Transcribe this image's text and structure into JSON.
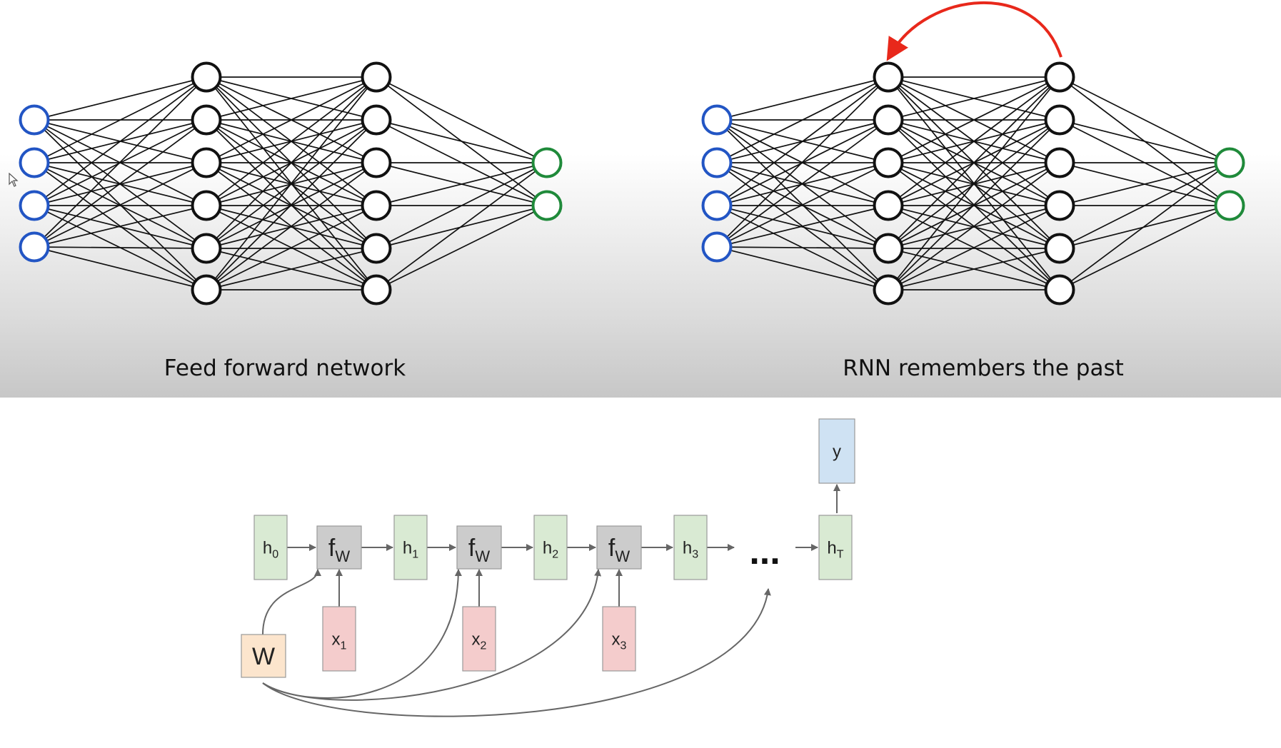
{
  "top": {
    "ff_caption": "Feed forward network",
    "rnn_caption": "RNN remembers the past"
  },
  "networks": {
    "layer_sizes": [
      4,
      6,
      6,
      2
    ],
    "colors": {
      "input": "#2255c4",
      "hidden": "#111111",
      "output": "#1f8a3a",
      "recurrent_arrow": "#e8281b"
    }
  },
  "unrolled": {
    "hidden_states": [
      {
        "base": "h",
        "sub": "0"
      },
      {
        "base": "h",
        "sub": "1"
      },
      {
        "base": "h",
        "sub": "2"
      },
      {
        "base": "h",
        "sub": "3"
      },
      {
        "base": "h",
        "sub": "T"
      }
    ],
    "functions": [
      {
        "base": "f",
        "sub": "W"
      },
      {
        "base": "f",
        "sub": "W"
      },
      {
        "base": "f",
        "sub": "W"
      }
    ],
    "inputs": [
      {
        "base": "x",
        "sub": "1"
      },
      {
        "base": "x",
        "sub": "2"
      },
      {
        "base": "x",
        "sub": "3"
      }
    ],
    "output": "y",
    "weight": "W",
    "ellipsis": "...",
    "colors": {
      "hidden": "#d9ead3",
      "function": "#cccccc",
      "input": "#f4cccc",
      "output": "#cfe2f3",
      "weight": "#fce5cd",
      "arrow": "#666666"
    }
  }
}
